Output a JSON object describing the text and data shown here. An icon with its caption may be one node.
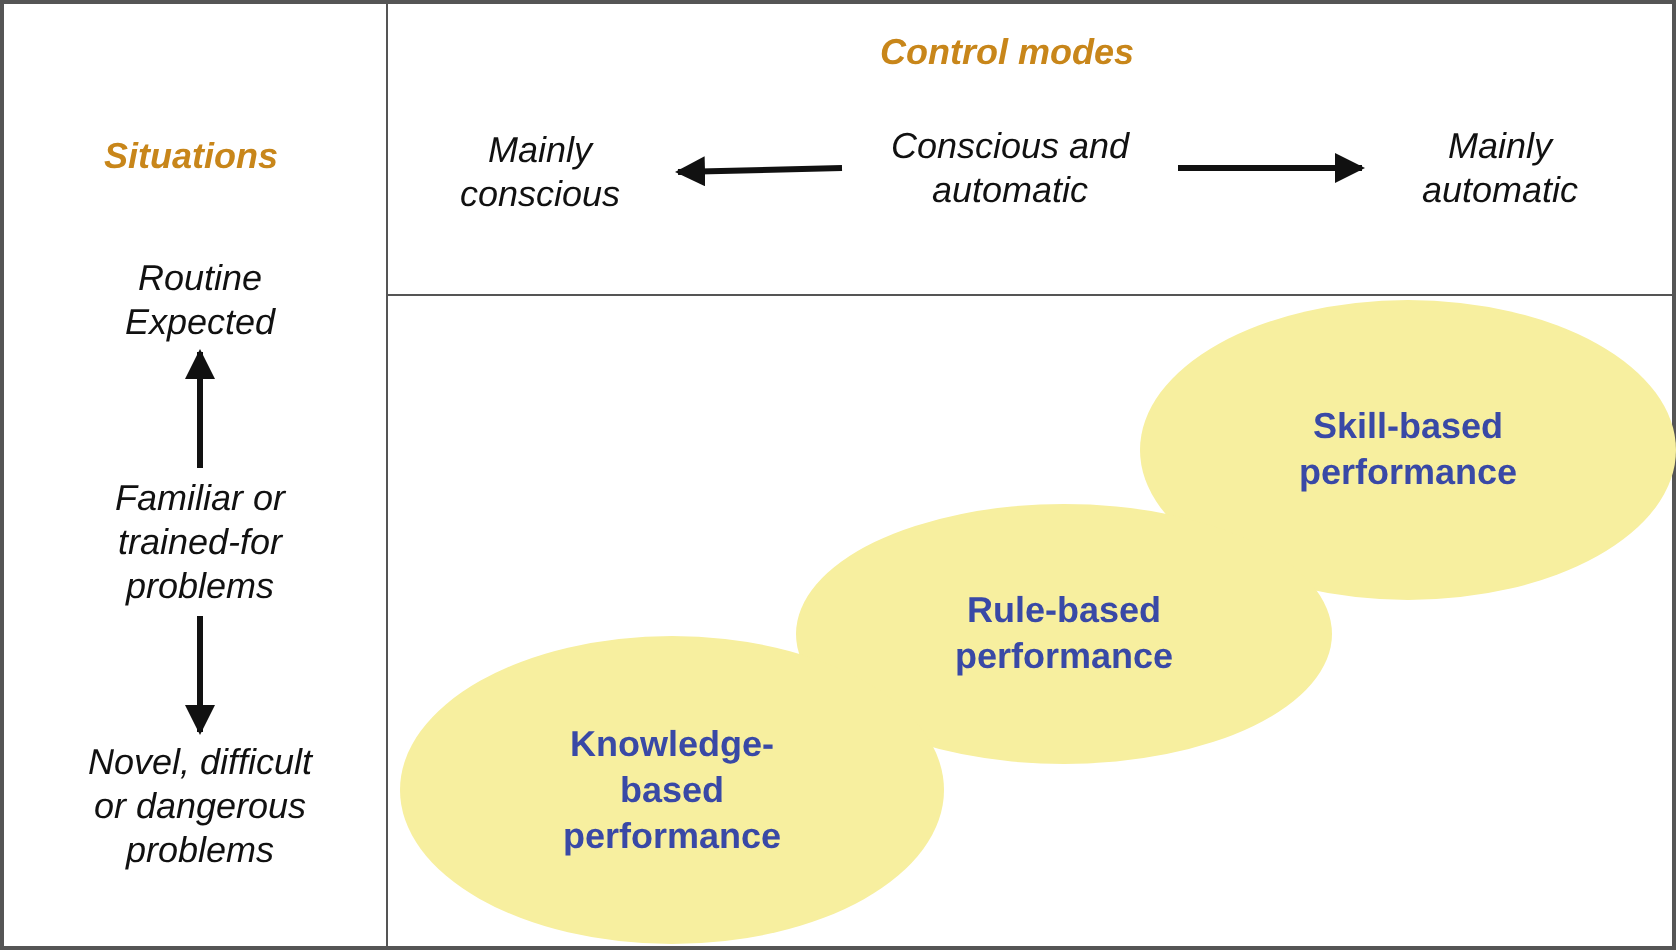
{
  "diagram": {
    "nodes": [
      {
        "text": [
          "Mainly conscious"
        ]
      },
      {
        "text": [
          "Conscious and automatic"
        ]
      },
      {
        "text": [
          "Mainly automatic"
        ]
      },
      {
        "text": [
          "Routine Expected"
        ]
      },
      {
        "text": [
          "Familiar or trained-for problems"
        ]
      },
      {
        "text": [
          "Novel, difficult or dangerous problems"
        ]
      },
      {
        "text": [
          "Skill-based performance"
        ]
      },
      {
        "text": [
          "Rule-based performance"
        ]
      },
      {
        "text": [
          "Knowledge-based performance"
        ]
      }
    ],
    "edges": [
      {
        "from": 1,
        "to": 0,
        "arrow": "to"
      },
      {
        "from": 1,
        "to": 2,
        "arrow": "to"
      },
      {
        "from": 4,
        "to": 3,
        "arrow": "to"
      },
      {
        "from": 4,
        "to": 5,
        "arrow": "to"
      }
    ],
    "labels": [
      "Control modes",
      "Situations"
    ]
  }
}
